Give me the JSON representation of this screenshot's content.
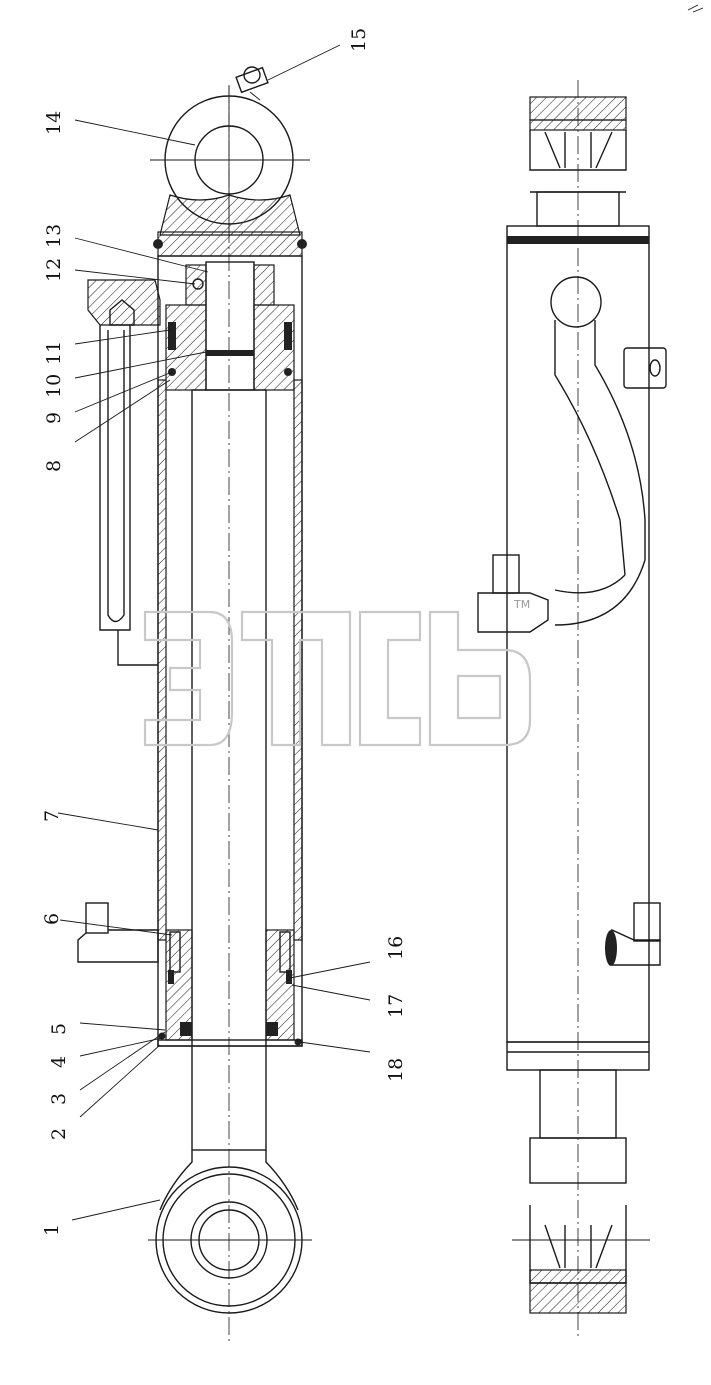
{
  "callouts": [
    {
      "id": "1",
      "text": "1"
    },
    {
      "id": "2",
      "text": "2"
    },
    {
      "id": "3",
      "text": "3"
    },
    {
      "id": "4",
      "text": "4"
    },
    {
      "id": "5",
      "text": "5"
    },
    {
      "id": "6",
      "text": "6"
    },
    {
      "id": "7",
      "text": "7"
    },
    {
      "id": "8",
      "text": "8"
    },
    {
      "id": "9",
      "text": "9"
    },
    {
      "id": "10",
      "text": "10"
    },
    {
      "id": "11",
      "text": "11"
    },
    {
      "id": "12",
      "text": "12"
    },
    {
      "id": "13",
      "text": "13"
    },
    {
      "id": "14",
      "text": "14"
    },
    {
      "id": "15",
      "text": "15"
    },
    {
      "id": "16",
      "text": "16"
    },
    {
      "id": "17",
      "text": "17"
    },
    {
      "id": "18",
      "text": "18"
    }
  ],
  "watermark": {
    "text": "эпсб",
    "mark": "TM",
    "color": "#c8c8c8"
  },
  "colors": {
    "line": "#1a1a1a",
    "background": "#ffffff"
  }
}
